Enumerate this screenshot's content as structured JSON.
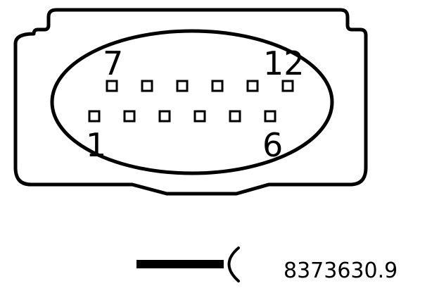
{
  "connector": {
    "pin_labels": {
      "top_left": "7",
      "top_right": "12",
      "bottom_left": "1",
      "bottom_right": "6"
    },
    "top_row_pin_count": 6,
    "bottom_row_pin_count": 6
  },
  "wire_symbol": "female-connector-wire-icon",
  "reference_number": "8373630.9",
  "colors": {
    "line": "#000000",
    "background": "#ffffff"
  }
}
